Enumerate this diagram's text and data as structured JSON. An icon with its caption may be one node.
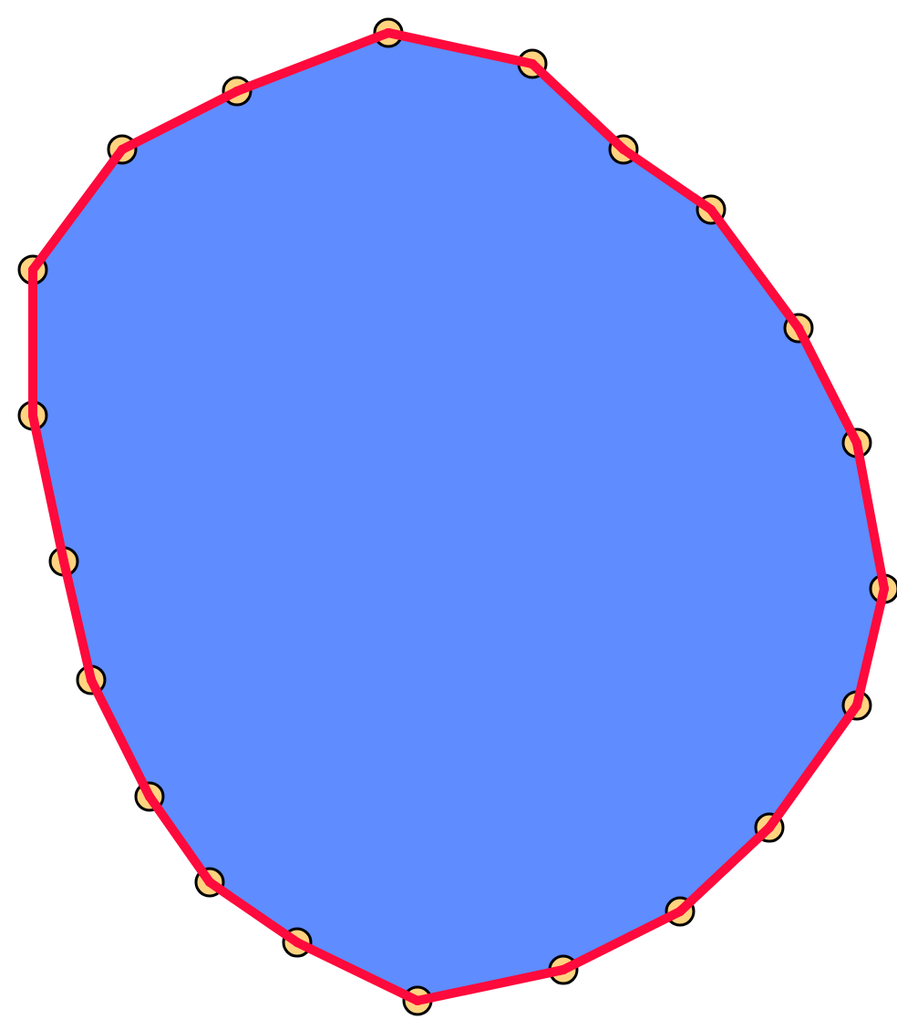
{
  "diagram": {
    "nodes": [
      {
        "text": [],
        "shape": "circle"
      },
      {
        "text": [],
        "shape": "circle"
      },
      {
        "text": [],
        "shape": "circle"
      },
      {
        "text": [],
        "shape": "circle"
      },
      {
        "text": [],
        "shape": "circle"
      },
      {
        "text": [],
        "shape": "circle"
      },
      {
        "text": [],
        "shape": "circle"
      },
      {
        "text": [],
        "shape": "circle"
      },
      {
        "text": [],
        "shape": "circle"
      },
      {
        "text": [],
        "shape": "circle"
      },
      {
        "text": [],
        "shape": "circle"
      },
      {
        "text": [],
        "shape": "circle"
      },
      {
        "text": [],
        "shape": "circle"
      },
      {
        "text": [],
        "shape": "circle"
      },
      {
        "text": [],
        "shape": "circle"
      },
      {
        "text": [],
        "shape": "circle"
      },
      {
        "text": [],
        "shape": "circle"
      },
      {
        "text": [],
        "shape": "circle"
      },
      {
        "text": [],
        "shape": "circle"
      },
      {
        "text": [],
        "shape": "circle"
      },
      {
        "text": [],
        "shape": "circle"
      }
    ],
    "edges": [
      {
        "from": 0,
        "to": 1,
        "arrow": "none"
      },
      {
        "from": 1,
        "to": 2,
        "arrow": "none"
      },
      {
        "from": 2,
        "to": 3,
        "arrow": "none"
      },
      {
        "from": 3,
        "to": 4,
        "arrow": "none"
      },
      {
        "from": 4,
        "to": 5,
        "arrow": "none"
      },
      {
        "from": 5,
        "to": 6,
        "arrow": "none"
      },
      {
        "from": 6,
        "to": 7,
        "arrow": "none"
      },
      {
        "from": 7,
        "to": 8,
        "arrow": "none"
      },
      {
        "from": 8,
        "to": 9,
        "arrow": "none"
      },
      {
        "from": 9,
        "to": 10,
        "arrow": "none"
      },
      {
        "from": 10,
        "to": 11,
        "arrow": "none"
      },
      {
        "from": 11,
        "to": 12,
        "arrow": "none"
      },
      {
        "from": 12,
        "to": 13,
        "arrow": "none"
      },
      {
        "from": 13,
        "to": 14,
        "arrow": "none"
      },
      {
        "from": 14,
        "to": 15,
        "arrow": "none"
      },
      {
        "from": 15,
        "to": 16,
        "arrow": "none"
      },
      {
        "from": 16,
        "to": 17,
        "arrow": "none"
      },
      {
        "from": 17,
        "to": 18,
        "arrow": "none"
      },
      {
        "from": 18,
        "to": 19,
        "arrow": "none"
      },
      {
        "from": 19,
        "to": 20,
        "arrow": "none"
      },
      {
        "from": 20,
        "to": 0,
        "arrow": "none"
      }
    ]
  }
}
